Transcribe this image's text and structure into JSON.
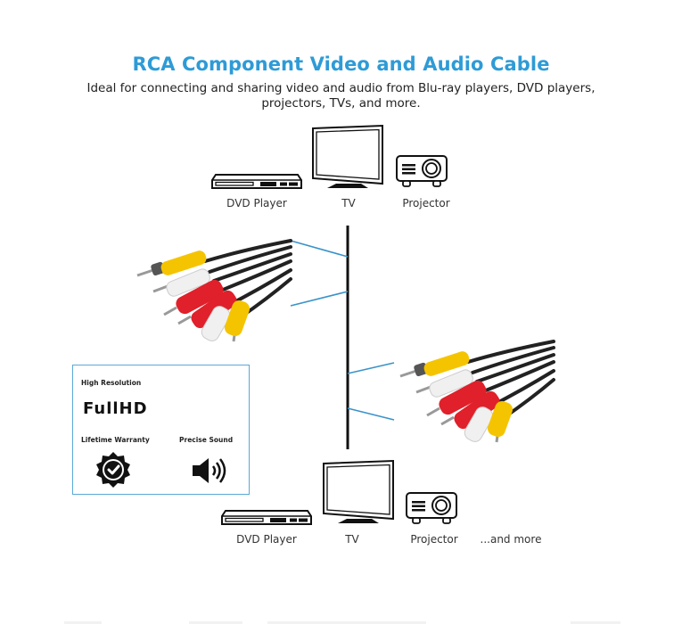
{
  "header": {
    "title": "RCA Component Video and Audio Cable",
    "subtitle": "Ideal for connecting and sharing video and audio from Blu-ray players, DVD players, projectors, TVs, and more."
  },
  "top_devices": [
    {
      "icon": "dvd-player-icon",
      "label": "DVD Player"
    },
    {
      "icon": "tv-icon",
      "label": "TV"
    },
    {
      "icon": "projector-icon",
      "label": "Projector"
    }
  ],
  "bottom_devices": [
    {
      "icon": "dvd-player-icon",
      "label": "DVD Player"
    },
    {
      "icon": "tv-icon",
      "label": "TV"
    },
    {
      "icon": "projector-icon",
      "label": "Projector"
    },
    {
      "icon": "",
      "label": "...and more"
    }
  ],
  "features": {
    "resolution": {
      "label": "High Resolution",
      "badge": "FullHD"
    },
    "warranty": {
      "label": "Lifetime Warranty",
      "icon": "badge-check-icon"
    },
    "sound": {
      "label": "Precise Sound",
      "icon": "speaker-icon"
    }
  },
  "colors": {
    "accent": "#2e9bd6",
    "connector_line": "#3a93c9",
    "rca_yellow": "#f5c400",
    "rca_red": "#e0202a",
    "rca_white": "#f2f2f2"
  }
}
